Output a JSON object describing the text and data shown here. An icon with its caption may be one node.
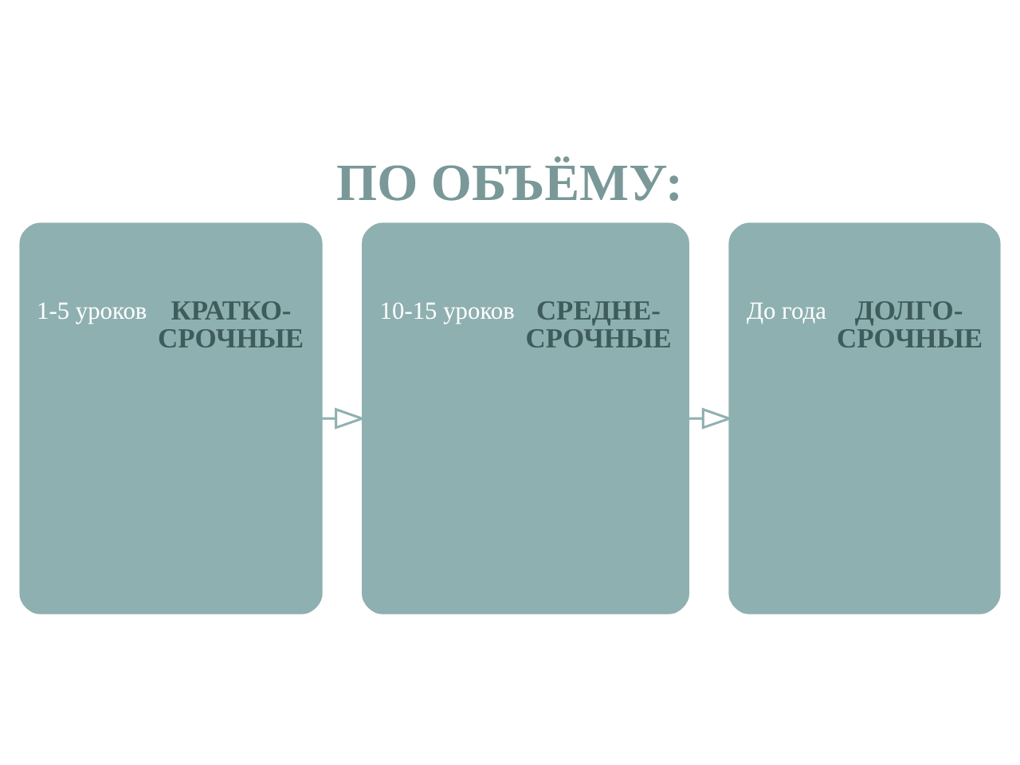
{
  "diagram": {
    "title": "ПО ОБЪЁМУ:",
    "nodes": [
      {
        "text": [
          "1-5 уроков",
          "КРАТКО- СРОЧНЫЕ"
        ]
      },
      {
        "text": [
          "10-15 уроков",
          "СРЕДНЕ- СРОЧНЫЕ"
        ]
      },
      {
        "text": [
          "До года",
          "ДОЛГО- СРОЧНЫЕ"
        ]
      }
    ],
    "edges": [
      {
        "from": 0,
        "to": 1,
        "arrow": "to"
      },
      {
        "from": 1,
        "to": 2,
        "arrow": "to"
      }
    ]
  }
}
